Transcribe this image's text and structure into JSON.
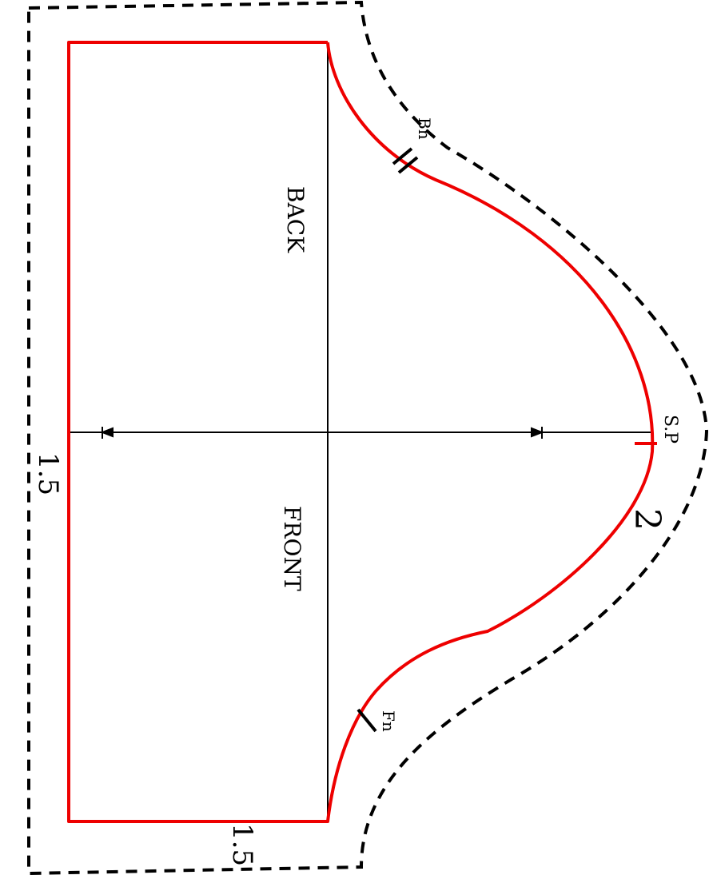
{
  "labels": {
    "back": "BACK",
    "front": "FRONT",
    "back_notch": "Bn",
    "front_notch": "Fn",
    "shoulder_point": "S.P",
    "seam_allowance_left": "1.5",
    "seam_allowance_bottom": "1.5",
    "seam_allowance_curve": "2"
  },
  "colors": {
    "stitch_line": "#ee0000",
    "cut_line": "#000000",
    "guide_line": "#000000"
  }
}
